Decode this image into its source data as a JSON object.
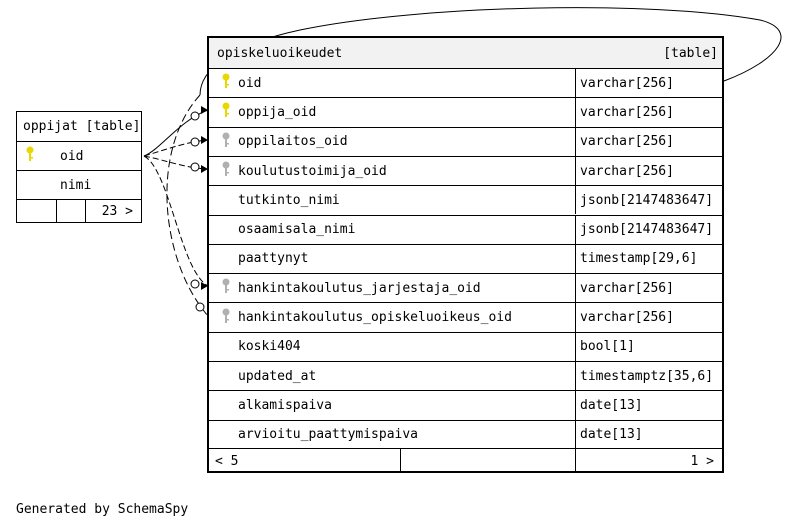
{
  "oppijat": {
    "title": "oppijat [table]",
    "columns": [
      {
        "name": "oid",
        "key": "primary"
      },
      {
        "name": "nimi",
        "key": "none"
      }
    ],
    "footer_right": "23 >"
  },
  "opiskeluoikeudet": {
    "title": "opiskeluoikeudet",
    "type_label": "[table]",
    "columns": [
      {
        "name": "oid",
        "type": "varchar[256]",
        "key": "primary"
      },
      {
        "name": "oppija_oid",
        "type": "varchar[256]",
        "key": "primary"
      },
      {
        "name": "oppilaitos_oid",
        "type": "varchar[256]",
        "key": "foreign"
      },
      {
        "name": "koulutustoimija_oid",
        "type": "varchar[256]",
        "key": "foreign"
      },
      {
        "name": "tutkinto_nimi",
        "type": "jsonb[2147483647]",
        "key": "none"
      },
      {
        "name": "osaamisala_nimi",
        "type": "jsonb[2147483647]",
        "key": "none"
      },
      {
        "name": "paattynyt",
        "type": "timestamp[29,6]",
        "key": "none"
      },
      {
        "name": "hankintakoulutus_jarjestaja_oid",
        "type": "varchar[256]",
        "key": "foreign"
      },
      {
        "name": "hankintakoulutus_opiskeluoikeus_oid",
        "type": "varchar[256]",
        "key": "foreign"
      },
      {
        "name": "koski404",
        "type": "bool[1]",
        "key": "none"
      },
      {
        "name": "updated_at",
        "type": "timestamptz[35,6]",
        "key": "none"
      },
      {
        "name": "alkamispaiva",
        "type": "date[13]",
        "key": "none"
      },
      {
        "name": "arvioitu_paattymispaiva",
        "type": "date[13]",
        "key": "none"
      }
    ],
    "footer_left": "< 5",
    "footer_right": "1 >"
  },
  "footer_text": "Generated by SchemaSpy",
  "colors": {
    "primary_key": "#e8d800",
    "foreign_key": "#b0b0b0",
    "header_bg": "#f2f2f2"
  }
}
